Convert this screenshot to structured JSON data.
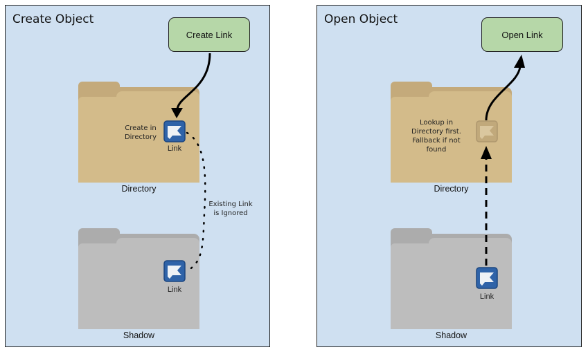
{
  "left_panel": {
    "title": "Create Object",
    "action": "Create Link",
    "directory_folder": {
      "label": "Directory",
      "note": "Create in Directory",
      "link_label": "Link"
    },
    "shadow_folder": {
      "label": "Shadow",
      "link_label": "Link"
    },
    "annotation": "Existing Link is Ignored"
  },
  "right_panel": {
    "title": "Open Object",
    "action": "Open Link",
    "directory_folder": {
      "label": "Directory",
      "note": "Lookup in Directory first. Fallback if not found"
    },
    "shadow_folder": {
      "label": "Shadow",
      "link_label": "Link"
    }
  },
  "colors": {
    "panel_bg": "#cfe0f1",
    "action_box": "#b6d7a8",
    "directory_folder": "#d3bb8a",
    "shadow_folder": "#bdbdbd",
    "link_icon": "#2f63a8"
  },
  "icons": {
    "link": "shortcut-arrow-icon",
    "folder": "folder-icon"
  }
}
